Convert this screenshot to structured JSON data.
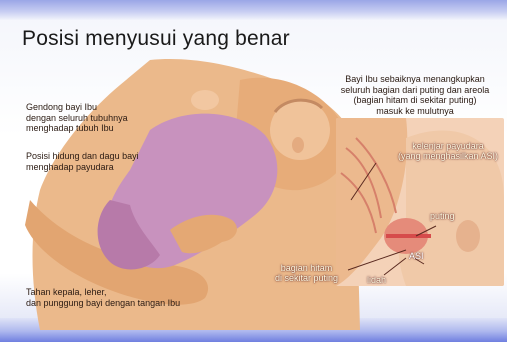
{
  "title": "Posisi menyusui yang benar",
  "captions": {
    "hold_baby": "Gendong bayi Ibu\ndengan seluruh tubuhnya\nmenghadap tubuh Ibu",
    "nose_chin": "Posisi hidung dan dagu bayi\nmenghadap payudara",
    "support": "Tahan kepala, leher,\ndan punggung bayi dengan tangan Ibu",
    "latch": "Bayi Ibu sebaiknya menangkupkan\nseluruh bagian dari puting dan areola\n(bagian hitam di sekitar puting)\nmasuk ke mulutnya"
  },
  "inset_labels": {
    "gland": "kelenjar payudara\n(yang menghasilkan ASI)",
    "nipple": "puting",
    "milk": "ASI",
    "areola": "bagian hitam\ndi sekitar puting",
    "tongue": "lidah"
  },
  "colors": {
    "skin": "#e8b485",
    "baby_clothes": "#c28bb8",
    "accent_band": "#8f9ce4"
  }
}
